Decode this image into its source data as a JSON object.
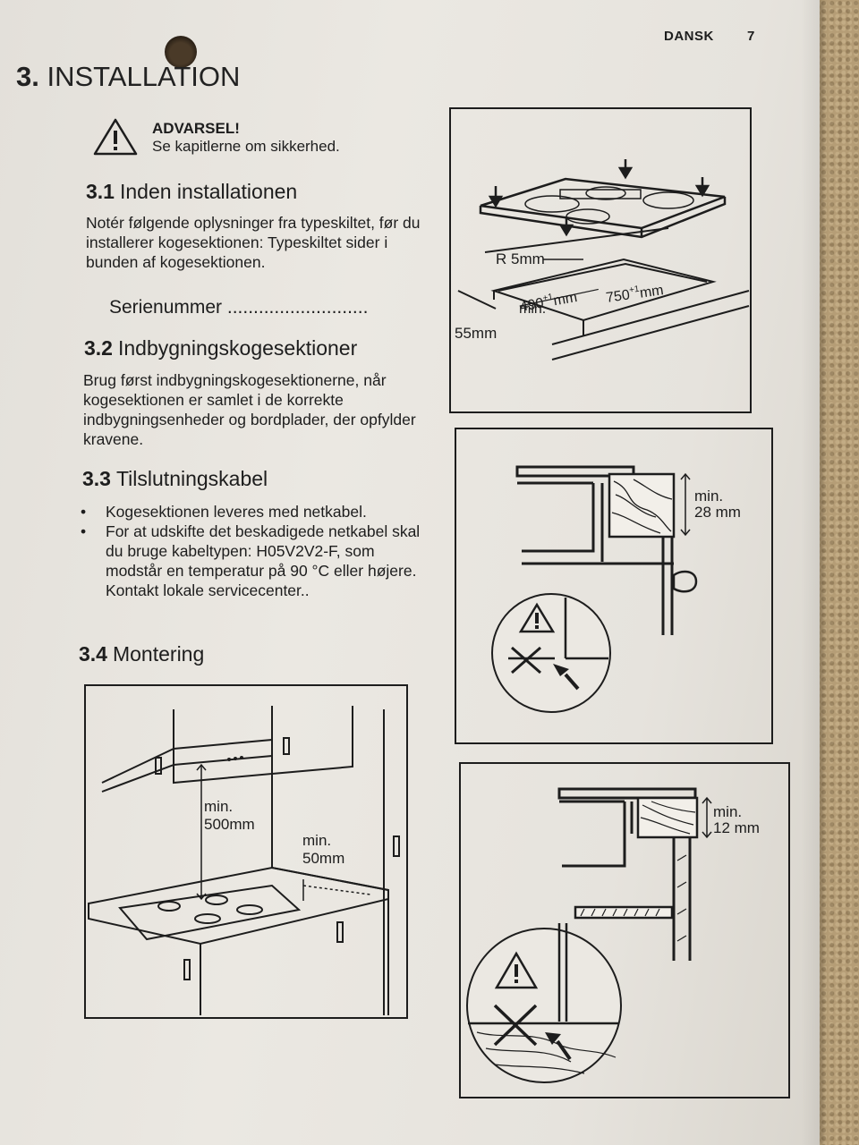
{
  "header": {
    "language": "DANSK",
    "page_number": "7"
  },
  "chapter": {
    "number": "3.",
    "title": "INSTALLATION"
  },
  "warning": {
    "icon": "warning-triangle-icon",
    "title": "ADVARSEL!",
    "text": "Se kapitlerne om sikkerhed."
  },
  "sections": [
    {
      "number": "3.1",
      "title": "Inden installationen",
      "body": "Notér følgende oplysninger fra typeskiltet, før du installerer kogesektionen: Typeskiltet sider i bunden af kogesektionen.",
      "serial_label": "Serienummer ..........................."
    },
    {
      "number": "3.2",
      "title": "Indbygningskogesektioner",
      "body": "Brug først indbygningskogesektionerne, når kogesektionen er samlet i de korrekte indbygningsenheder og bordplader, der opfylder kravene."
    },
    {
      "number": "3.3",
      "title": "Tilslutningskabel",
      "bullets": [
        "Kogesektionen leveres med netkabel.",
        "For at udskifte det beskadigede netkabel skal du bruge kabeltypen: H05V2V2-F, som modstår en temperatur på 90 °C eller højere. Kontakt lokale servicecenter.."
      ]
    },
    {
      "number": "3.4",
      "title": "Montering"
    }
  ],
  "figures": {
    "cutout": {
      "radius": "R 5mm",
      "width": "490",
      "width_tol": "+1",
      "width_unit": "mm",
      "depth": "750",
      "depth_tol": "+1",
      "depth_unit": "mm",
      "edge_label": "min.",
      "edge_value": "55mm"
    },
    "drawer_gap": {
      "label": "min.",
      "value": "28 mm",
      "icon": "warning-triangle-icon"
    },
    "shelf_gap": {
      "label": "min.",
      "value": "12 mm",
      "icon": "warning-triangle-icon"
    },
    "mounting": {
      "hood_label": "min.",
      "hood_value": "500mm",
      "side_label": "min.",
      "side_value": "50mm"
    }
  }
}
